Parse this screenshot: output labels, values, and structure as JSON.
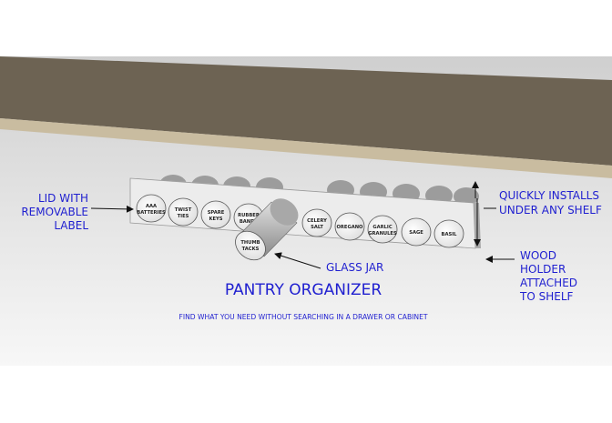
{
  "title": "PANTRY ORGANIZER",
  "subtitle": "FIND WHAT YOU NEED WITHOUT SEARCHING IN A DRAWER OR CABINET",
  "callouts": {
    "lid_line1": "LID WITH",
    "lid_line2": "REMOVABLE",
    "lid_line3": "LABEL",
    "glass_jar": "GLASS JAR",
    "installs_line1": "QUICKLY INSTALLS",
    "installs_line2": "UNDER ANY SHELF",
    "wood_line1": "WOOD",
    "wood_line2": "HOLDER",
    "wood_line3": "ATTACHED",
    "wood_line4": "TO SHELF"
  },
  "jars": [
    {
      "line1": "AAA",
      "line2": "BATTERIES"
    },
    {
      "line1": "TWIST",
      "line2": "TIES"
    },
    {
      "line1": "SPARE",
      "line2": "KEYS"
    },
    {
      "line1": "RUBBER",
      "line2": "BANDS"
    },
    {
      "line1": "CELERY",
      "line2": "SALT"
    },
    {
      "line1": "OREGANO",
      "line2": ""
    },
    {
      "line1": "GARLIC",
      "line2": "GRANULES"
    },
    {
      "line1": "SAGE",
      "line2": ""
    },
    {
      "line1": "BASIL",
      "line2": ""
    }
  ],
  "pulled_jar": {
    "line1": "THUMB",
    "line2": "TACKS"
  },
  "colors": {
    "background_wall": "#d8d8d8",
    "shelf_top": "#6d6353",
    "shelf_edge": "#c9bca0",
    "holder": "#e9e9e9",
    "jar_body": "#c2c2c2",
    "lid": "#f5f5f5",
    "text": "#1f1fd0"
  }
}
